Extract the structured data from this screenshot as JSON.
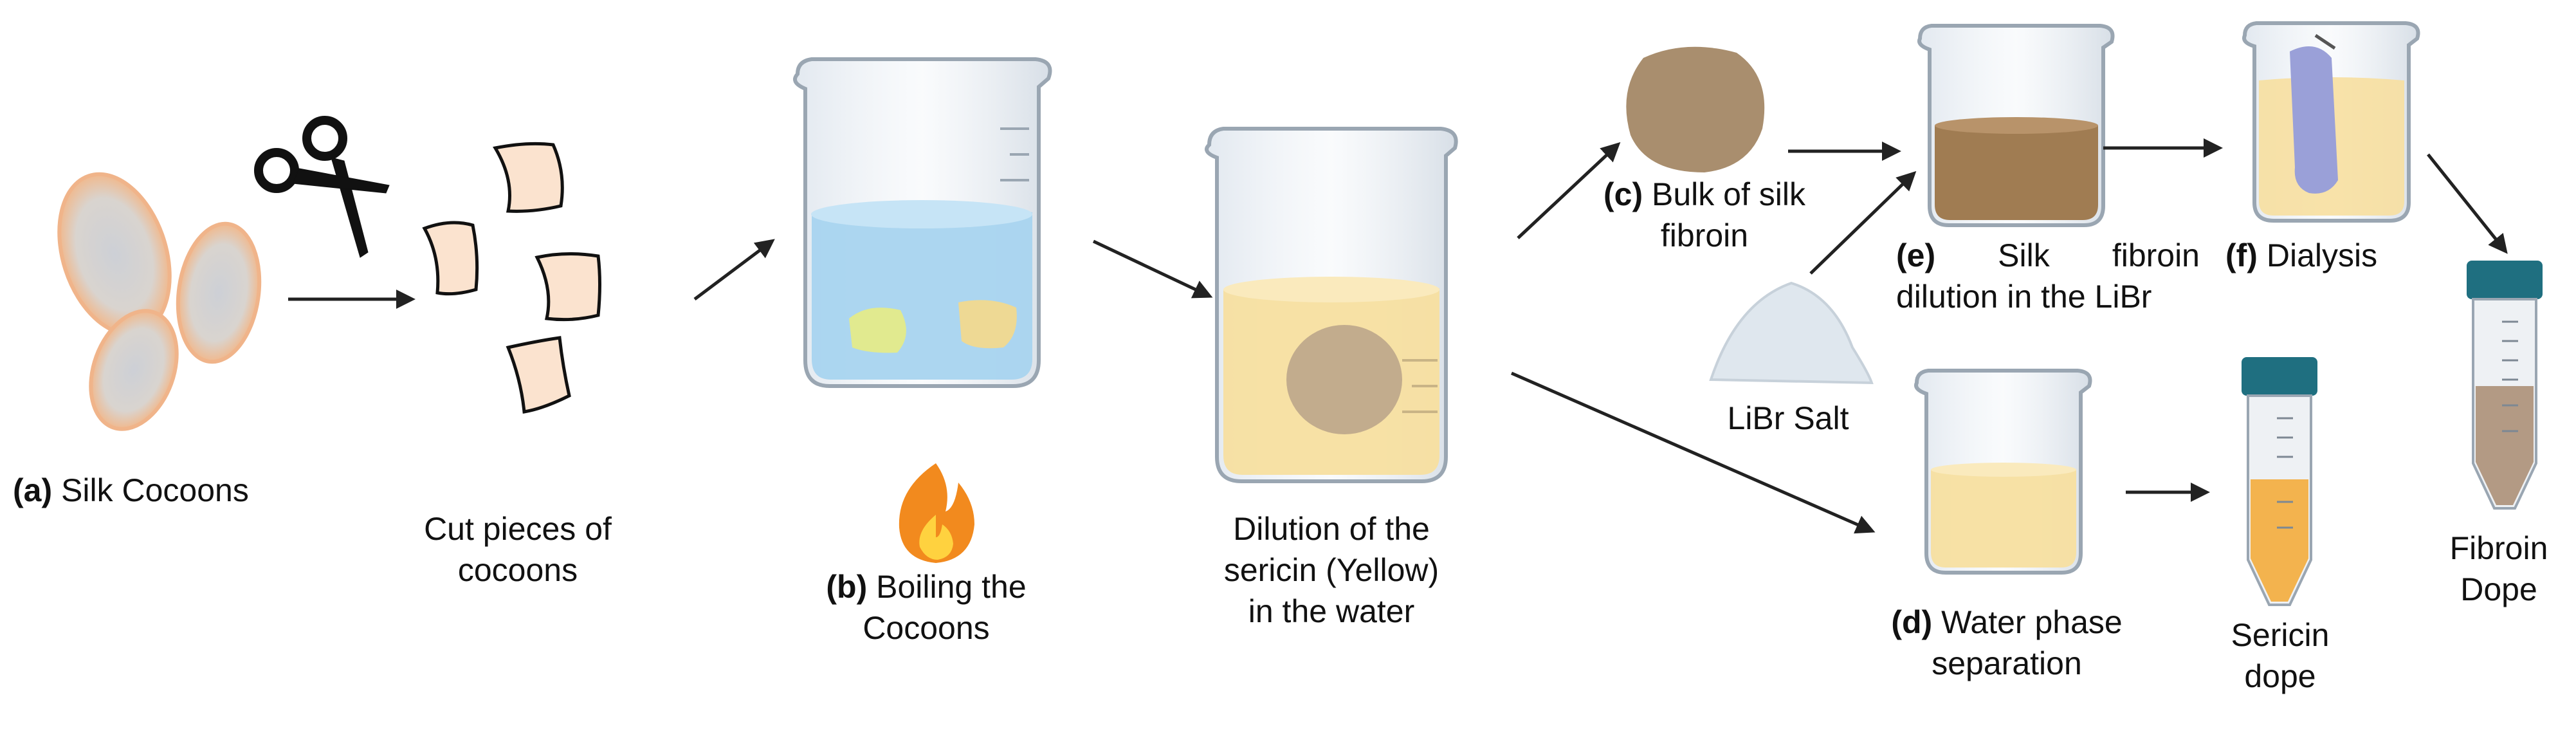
{
  "labels": {
    "silk_cocoons": {
      "letter": "(a)",
      "text": "Silk Cocoons"
    },
    "cut_pieces": {
      "line1": "Cut pieces of",
      "line2": "cocoons"
    },
    "boiling": {
      "letter": "(b)",
      "line1": "Boiling the",
      "line2": "Cocoons"
    },
    "dilution_sericin": {
      "line1": "Dilution of the",
      "line2": "sericin (Yellow)",
      "line3": "in the water"
    },
    "bulk_fibroin": {
      "letter": "(c)",
      "line1": "Bulk of silk",
      "line2": "fibroin"
    },
    "libr_salt": {
      "text": "LiBr Salt"
    },
    "silk_fibroin_dilution": {
      "letter": "(e)",
      "word1": "Silk",
      "word2": "fibroin",
      "line2": "dilution in the LiBr"
    },
    "dialysis": {
      "letter": "(f)",
      "text": "Dialysis"
    },
    "water_phase": {
      "letter": "(d)",
      "line1": "Water phase",
      "line2": "separation"
    },
    "sericin_dope": {
      "line1": "Sericin",
      "line2": "dope"
    },
    "fibroin_dope": {
      "line1": "Fibroin",
      "line2": "Dope"
    }
  },
  "colors": {
    "cocoon": "#f2c9a6",
    "cocoon_inner": "#c7c9cf",
    "paper_piece": "#fbe3cf",
    "boiling_water": "#a8d4ef",
    "sericin_water": "#f7dfa0",
    "fibroin_ball": "#a98e6e",
    "fibroin_solution": "#a07c52",
    "dialysis_bag": "#9aa0d8",
    "tube_cap": "#1f6f80",
    "sericin_fill": "#f3b34e",
    "fibroin_fill": "#b39a84",
    "flame_outer": "#f28a1e",
    "flame_inner": "#ffd23f",
    "arrow": "#222222"
  },
  "icons": [
    "scissors-icon",
    "flame-icon",
    "salt-pile-icon"
  ]
}
